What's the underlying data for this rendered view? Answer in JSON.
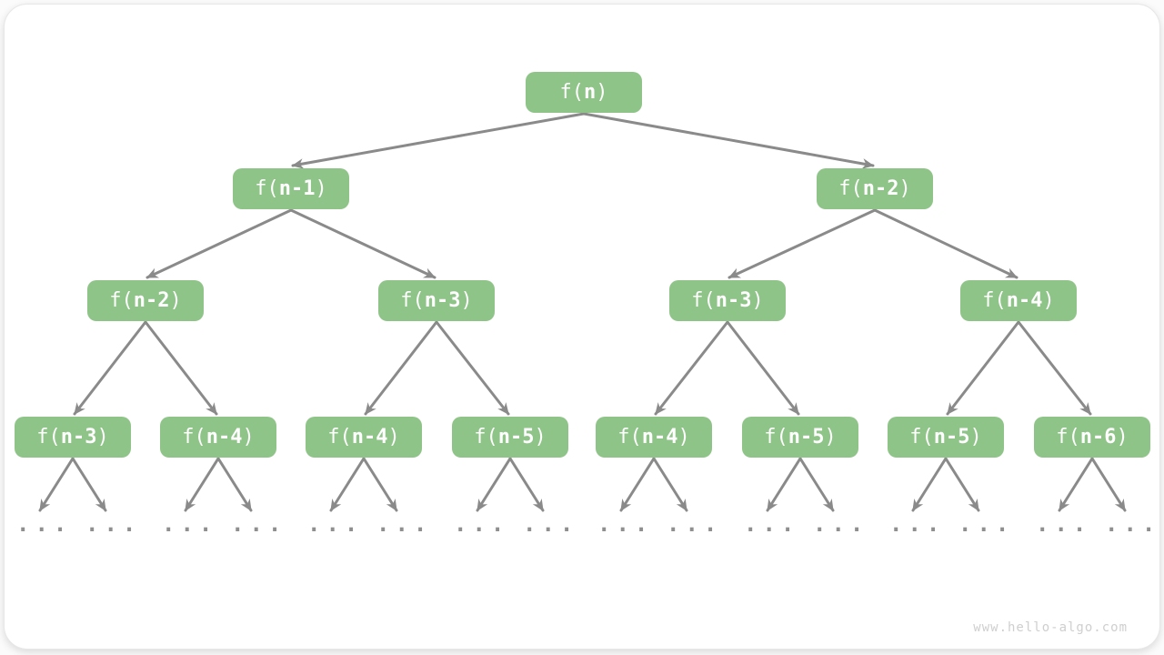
{
  "diagram": {
    "watermark": "www.hello-algo.com",
    "ellipsis": "...",
    "colors": {
      "node_fill": "#8EC487",
      "node_text": "#FFFFFF",
      "arrow": "#8A8A8A",
      "ellipsis_dots": "#8F8F8F",
      "watermark_text": "#CFCFCF",
      "card_bg": "#FFFFFF"
    }
  },
  "nodes": [
    {
      "prefix": "f(",
      "arg": "n",
      "suffix": ")"
    },
    {
      "prefix": "f(",
      "arg": "n-1",
      "suffix": ")"
    },
    {
      "prefix": "f(",
      "arg": "n-2",
      "suffix": ")"
    },
    {
      "prefix": "f(",
      "arg": "n-2",
      "suffix": ")"
    },
    {
      "prefix": "f(",
      "arg": "n-3",
      "suffix": ")"
    },
    {
      "prefix": "f(",
      "arg": "n-3",
      "suffix": ")"
    },
    {
      "prefix": "f(",
      "arg": "n-4",
      "suffix": ")"
    },
    {
      "prefix": "f(",
      "arg": "n-3",
      "suffix": ")"
    },
    {
      "prefix": "f(",
      "arg": "n-4",
      "suffix": ")"
    },
    {
      "prefix": "f(",
      "arg": "n-4",
      "suffix": ")"
    },
    {
      "prefix": "f(",
      "arg": "n-5",
      "suffix": ")"
    },
    {
      "prefix": "f(",
      "arg": "n-4",
      "suffix": ")"
    },
    {
      "prefix": "f(",
      "arg": "n-5",
      "suffix": ")"
    },
    {
      "prefix": "f(",
      "arg": "n-5",
      "suffix": ")"
    },
    {
      "prefix": "f(",
      "arg": "n-6",
      "suffix": ")"
    }
  ]
}
